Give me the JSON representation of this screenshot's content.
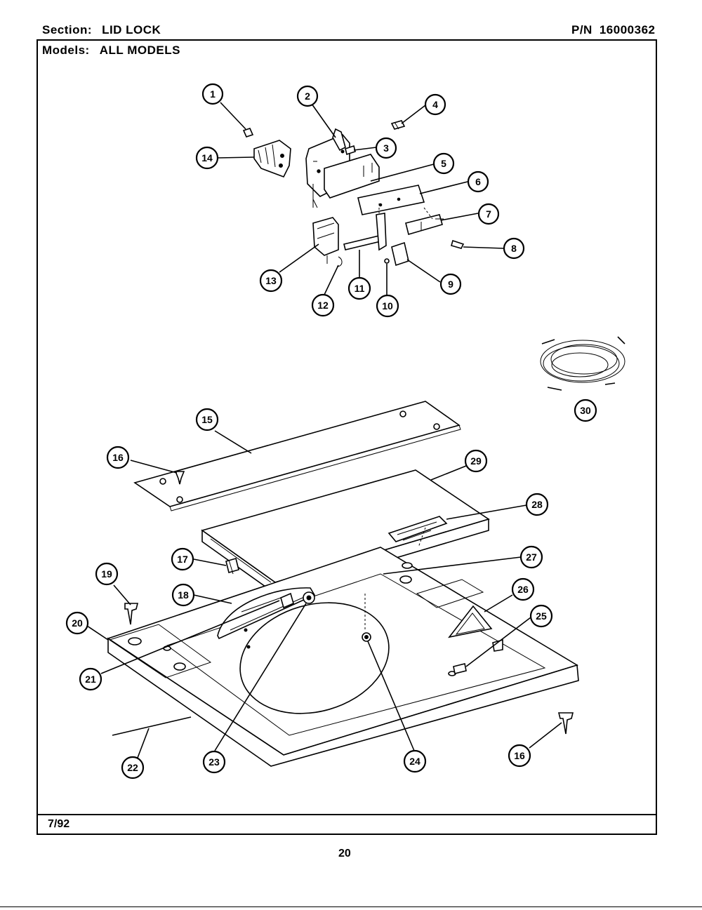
{
  "header": {
    "section_label": "Section:",
    "section_value": "LID LOCK",
    "models_label": "Models:",
    "models_value": "ALL MODELS",
    "pn_label": "P/N",
    "pn_value": "16000362"
  },
  "footer": {
    "date": "7/92",
    "page_number": "20"
  },
  "callouts": [
    "1",
    "2",
    "3",
    "4",
    "5",
    "6",
    "7",
    "8",
    "9",
    "10",
    "11",
    "12",
    "13",
    "14",
    "15",
    "16",
    "17",
    "18",
    "19",
    "20",
    "21",
    "22",
    "23",
    "24",
    "25",
    "26",
    "27",
    "28",
    "29",
    "30",
    "16"
  ]
}
